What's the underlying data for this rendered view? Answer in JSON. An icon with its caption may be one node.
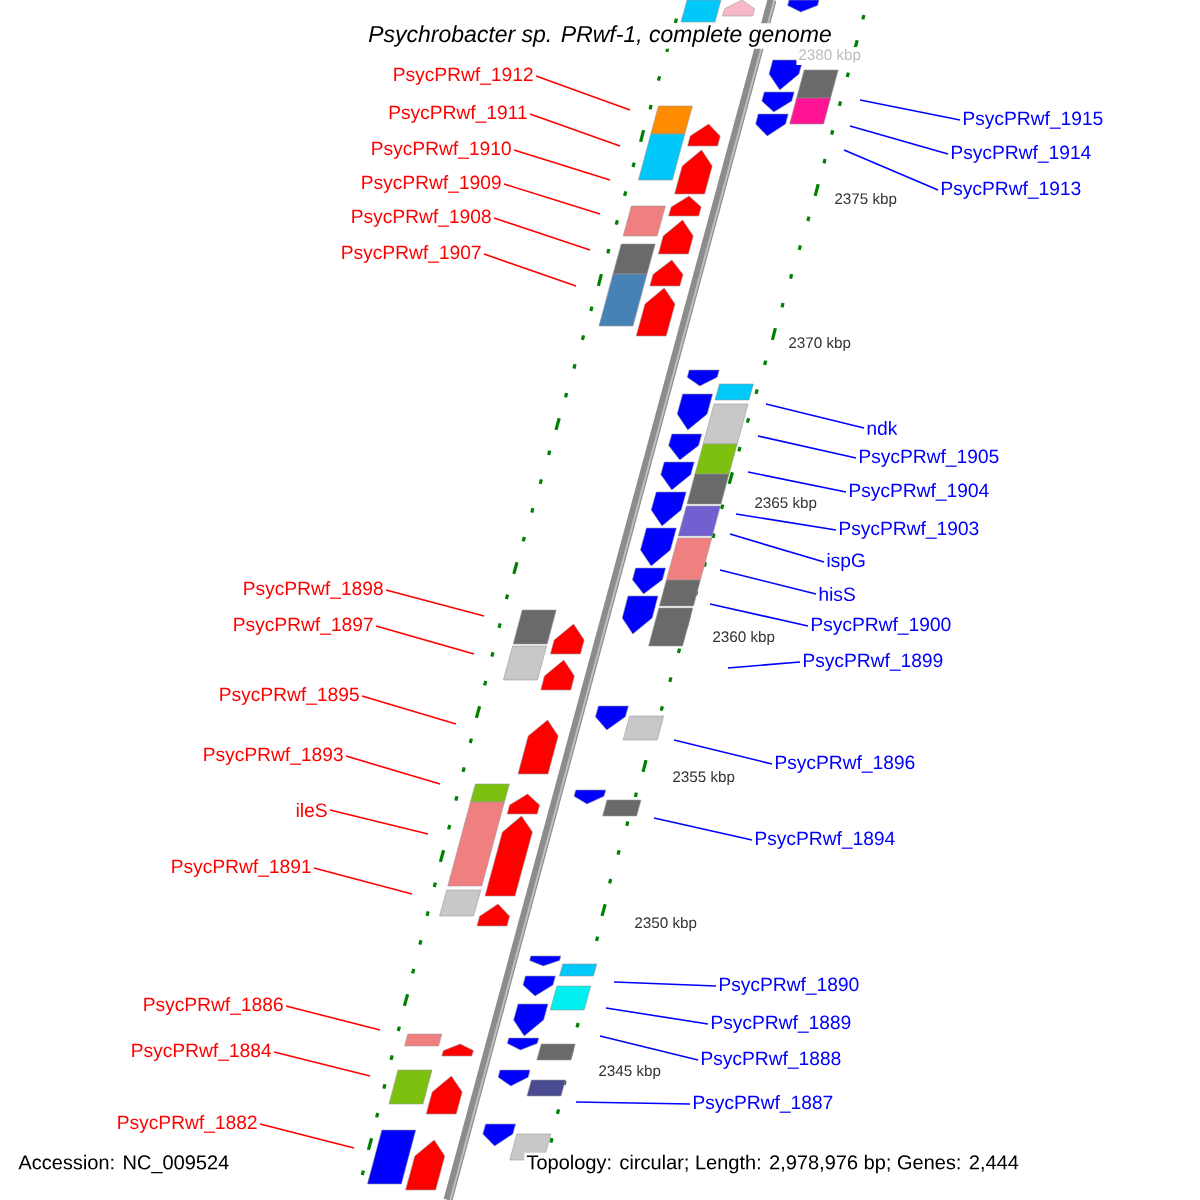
{
  "diagram": {
    "title": "Psychrobacter sp. PRwf-1, complete genome",
    "nodes": [
      {
        "text": [
          "PsycPRwf_1912"
        ]
      },
      {
        "text": [
          "PsycPRwf_1911"
        ]
      },
      {
        "text": [
          "PsycPRwf_1910"
        ]
      },
      {
        "text": [
          "PsycPRwf_1909"
        ]
      },
      {
        "text": [
          "PsycPRwf_1908"
        ]
      },
      {
        "text": [
          "PsycPRwf_1907"
        ]
      },
      {
        "text": [
          "PsycPRwf_1898"
        ]
      },
      {
        "text": [
          "PsycPRwf_1897"
        ]
      },
      {
        "text": [
          "PsycPRwf_1895"
        ]
      },
      {
        "text": [
          "PsycPRwf_1893"
        ]
      },
      {
        "text": [
          "ileS"
        ]
      },
      {
        "text": [
          "PsycPRwf_1891"
        ]
      },
      {
        "text": [
          "PsycPRwf_1886"
        ]
      },
      {
        "text": [
          "PsycPRwf_1884"
        ]
      },
      {
        "text": [
          "PsycPRwf_1882"
        ]
      },
      {
        "text": [
          "PsycPRwf_1915"
        ]
      },
      {
        "text": [
          "PsycPRwf_1914"
        ]
      },
      {
        "text": [
          "PsycPRwf_1913"
        ]
      },
      {
        "text": [
          "ndk"
        ]
      },
      {
        "text": [
          "PsycPRwf_1905"
        ]
      },
      {
        "text": [
          "PsycPRwf_1904"
        ]
      },
      {
        "text": [
          "PsycPRwf_1903"
        ]
      },
      {
        "text": [
          "ispG"
        ]
      },
      {
        "text": [
          "hisS"
        ]
      },
      {
        "text": [
          "PsycPRwf_1900"
        ]
      },
      {
        "text": [
          "PsycPRwf_1899"
        ]
      },
      {
        "text": [
          "PsycPRwf_1896"
        ]
      },
      {
        "text": [
          "PsycPRwf_1894"
        ]
      },
      {
        "text": [
          "PsycPRwf_1890"
        ]
      },
      {
        "text": [
          "PsycPRwf_1889"
        ]
      },
      {
        "text": [
          "PsycPRwf_1888"
        ]
      },
      {
        "text": [
          "PsycPRwf_1887"
        ]
      }
    ],
    "edges": [
      {
        "from": 0,
        "to": null,
        "arrow": "none",
        "color": "#ff0000"
      },
      {
        "from": 1,
        "to": null,
        "arrow": "none",
        "color": "#ff0000"
      },
      {
        "from": 2,
        "to": null,
        "arrow": "none",
        "color": "#ff0000"
      },
      {
        "from": 3,
        "to": null,
        "arrow": "none",
        "color": "#ff0000"
      },
      {
        "from": 4,
        "to": null,
        "arrow": "none",
        "color": "#ff0000"
      },
      {
        "from": 5,
        "to": null,
        "arrow": "none",
        "color": "#ff0000"
      },
      {
        "from": 6,
        "to": null,
        "arrow": "none",
        "color": "#ff0000"
      },
      {
        "from": 7,
        "to": null,
        "arrow": "none",
        "color": "#ff0000"
      },
      {
        "from": 8,
        "to": null,
        "arrow": "none",
        "color": "#ff0000"
      },
      {
        "from": 9,
        "to": null,
        "arrow": "none",
        "color": "#ff0000"
      },
      {
        "from": 10,
        "to": null,
        "arrow": "none",
        "color": "#ff0000"
      },
      {
        "from": 11,
        "to": null,
        "arrow": "none",
        "color": "#ff0000"
      },
      {
        "from": 12,
        "to": null,
        "arrow": "none",
        "color": "#ff0000"
      },
      {
        "from": 13,
        "to": null,
        "arrow": "none",
        "color": "#ff0000"
      },
      {
        "from": 14,
        "to": null,
        "arrow": "none",
        "color": "#ff0000"
      },
      {
        "from": 15,
        "to": null,
        "arrow": "none",
        "color": "#0000ff"
      },
      {
        "from": 16,
        "to": null,
        "arrow": "none",
        "color": "#0000ff"
      },
      {
        "from": 17,
        "to": null,
        "arrow": "none",
        "color": "#0000ff"
      },
      {
        "from": 18,
        "to": null,
        "arrow": "none",
        "color": "#0000ff"
      },
      {
        "from": 19,
        "to": null,
        "arrow": "none",
        "color": "#0000ff"
      },
      {
        "from": 20,
        "to": null,
        "arrow": "none",
        "color": "#0000ff"
      },
      {
        "from": 21,
        "to": null,
        "arrow": "none",
        "color": "#0000ff"
      },
      {
        "from": 22,
        "to": null,
        "arrow": "none",
        "color": "#0000ff"
      },
      {
        "from": 23,
        "to": null,
        "arrow": "none",
        "color": "#0000ff"
      },
      {
        "from": 24,
        "to": null,
        "arrow": "none",
        "color": "#0000ff"
      },
      {
        "from": 25,
        "to": null,
        "arrow": "none",
        "color": "#0000ff"
      },
      {
        "from": 26,
        "to": null,
        "arrow": "none",
        "color": "#0000ff"
      },
      {
        "from": 27,
        "to": null,
        "arrow": "none",
        "color": "#0000ff"
      },
      {
        "from": 28,
        "to": null,
        "arrow": "none",
        "color": "#0000ff"
      },
      {
        "from": 29,
        "to": null,
        "arrow": "none",
        "color": "#0000ff"
      },
      {
        "from": 30,
        "to": null,
        "arrow": "none",
        "color": "#0000ff"
      },
      {
        "from": 31,
        "to": null,
        "arrow": "none",
        "color": "#0000ff"
      }
    ],
    "labels": [
      "2380 kbp",
      "2375 kbp",
      "2370 kbp",
      "2365 kbp",
      "2360 kbp",
      "2355 kbp",
      "2350 kbp",
      "2345 kbp",
      "Accession: NC_009524",
      "Topology: circular; Length: 2,978,976 bp; Genes: 2,444"
    ]
  }
}
